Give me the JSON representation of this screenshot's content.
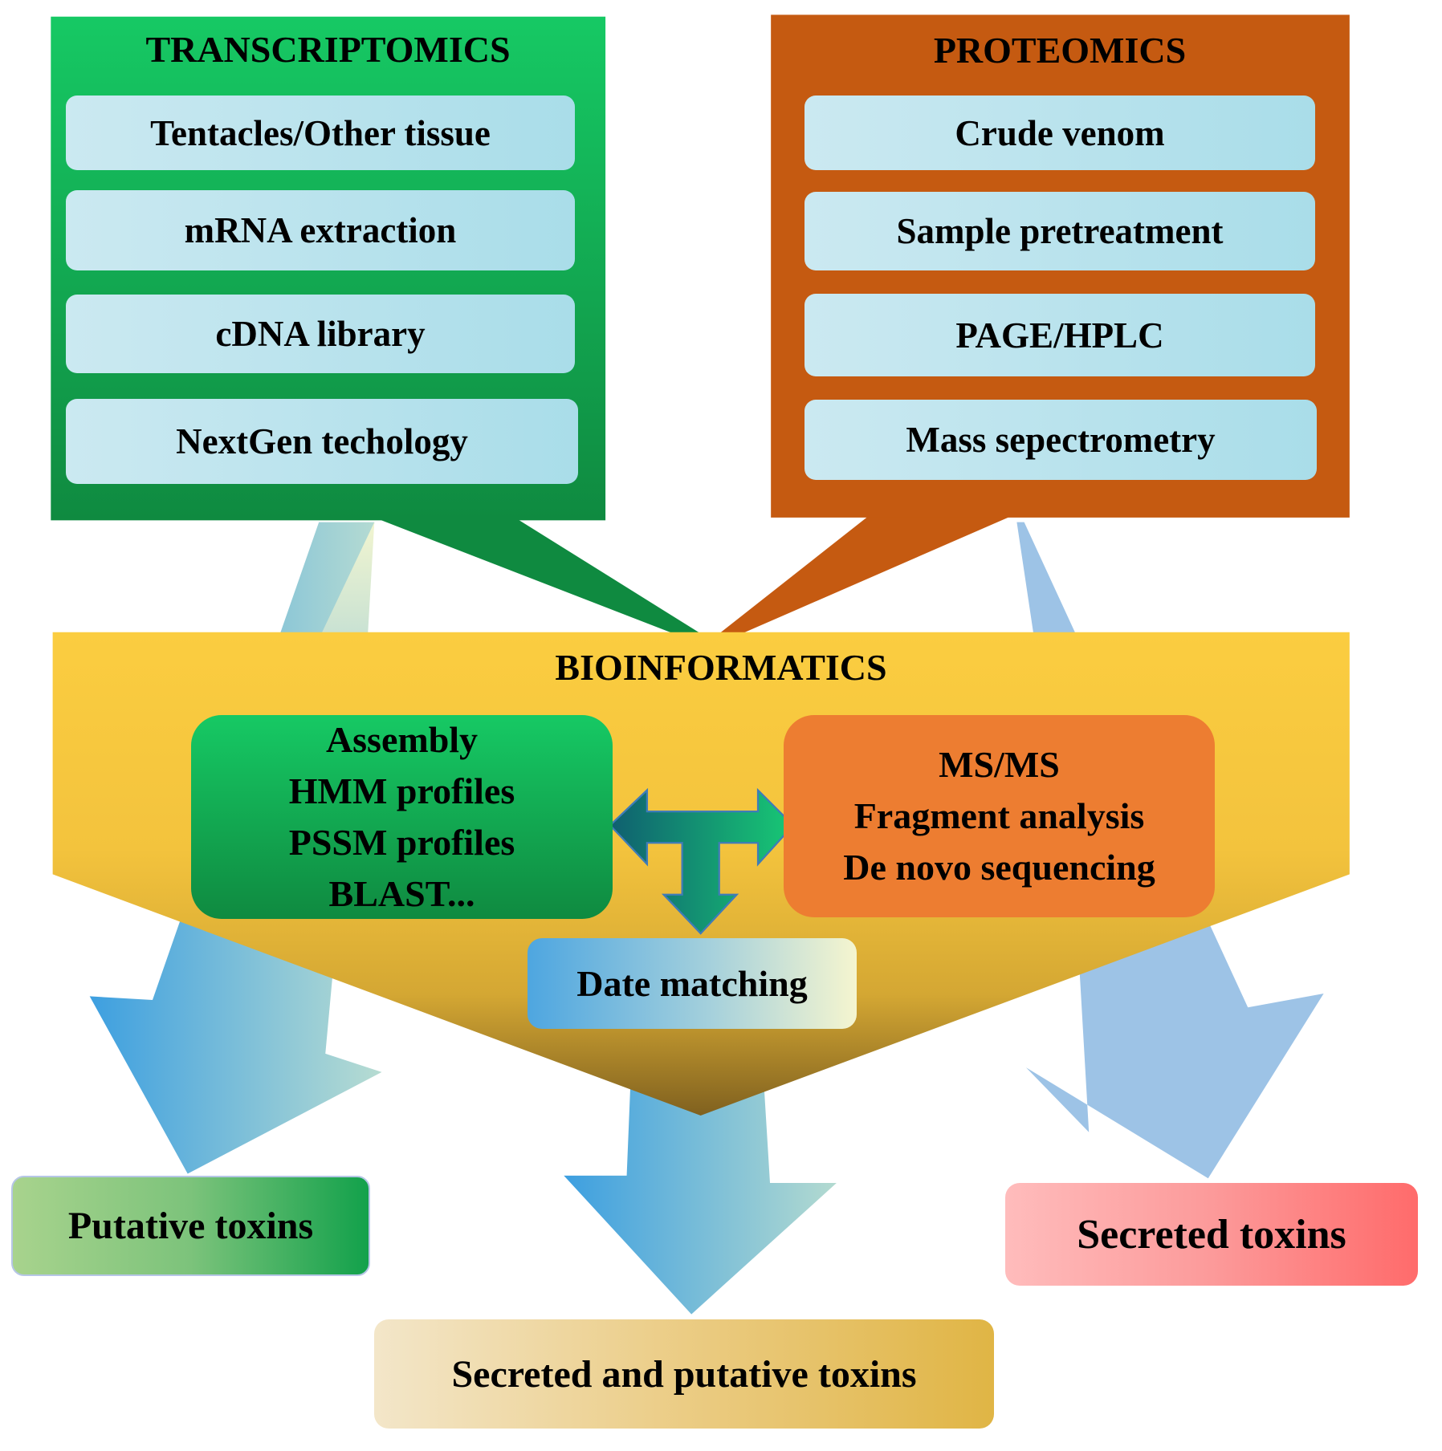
{
  "transcriptomics": {
    "title": "TRANSCRIPTOMICS",
    "color": "#16c964",
    "steps": [
      "Tentacles/Other tissue",
      "mRNA extraction",
      "cDNA library",
      "NextGen techology"
    ]
  },
  "proteomics": {
    "title": "PROTEOMICS",
    "color": "#c55a11",
    "steps": [
      "Crude venom",
      "Sample pretreatment",
      "PAGE/HPLC",
      "Mass sepectrometry"
    ]
  },
  "bioinformatics": {
    "title": "BIOINFORMATICS",
    "color": "#fbc93d",
    "transcript_tools": [
      "Assembly",
      "HMM profiles",
      "PSSM profiles",
      "BLAST..."
    ],
    "proteome_tools": [
      "MS/MS",
      "Fragment analysis",
      "De novo sequencing"
    ],
    "matching": "Date matching"
  },
  "outputs": {
    "putative": "Putative toxins",
    "secreted": "Secreted toxins",
    "both": "Secreted and putative toxins"
  }
}
